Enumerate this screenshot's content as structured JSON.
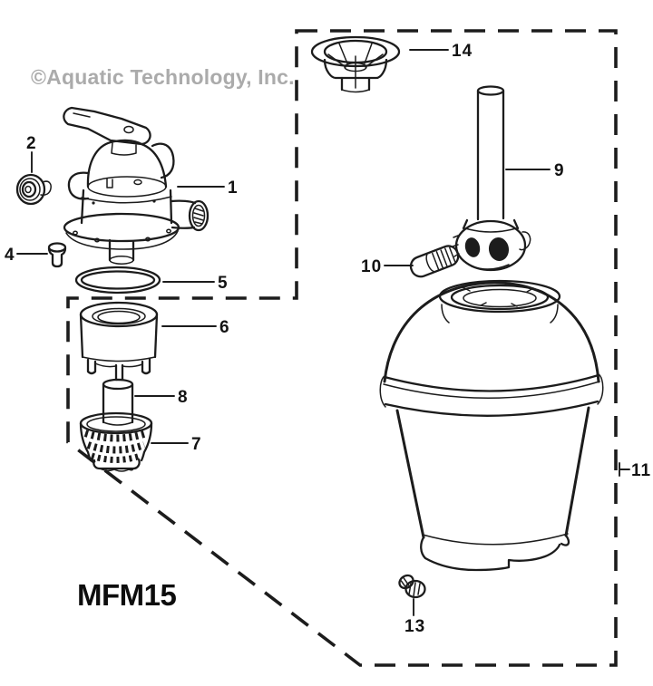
{
  "watermark_text": "©Aquatic Technology, Inc.",
  "model_label": "MFM15",
  "callouts": {
    "p1": "1",
    "p2": "2",
    "p4": "4",
    "p5": "5",
    "p6": "6",
    "p7": "7",
    "p8": "8",
    "p9": "9",
    "p10": "10",
    "p11": "11",
    "p13": "13",
    "p14": "14"
  },
  "colors": {
    "line": "#1c1c1c",
    "label_text": "#131313",
    "watermark": "#ababab",
    "background": "#ffffff"
  }
}
